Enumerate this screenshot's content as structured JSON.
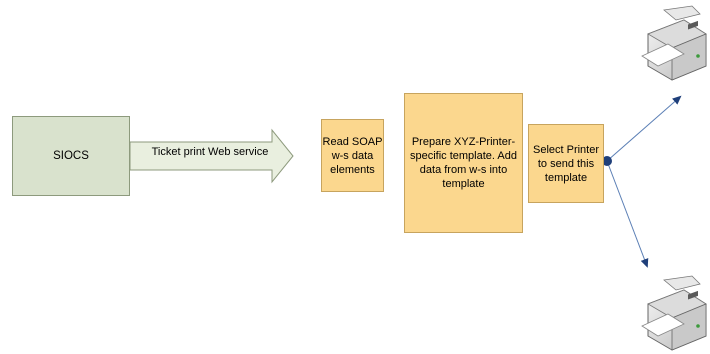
{
  "source": {
    "label": "SIOCS"
  },
  "transport": {
    "label": "Ticket print Web service"
  },
  "steps": [
    {
      "label": "Read SOAP w-s data elements"
    },
    {
      "label": "Prepare XYZ-Printer-specific template. Add data from w-s into template"
    },
    {
      "label": "Select Printer to send this template"
    }
  ],
  "colors": {
    "source_fill": "#d9e2cd",
    "step_fill": "#fbd78e",
    "connector": "#5b7fb5",
    "junction": "#1f3f7a"
  },
  "icons": [
    "printer-icon",
    "printer-icon"
  ]
}
